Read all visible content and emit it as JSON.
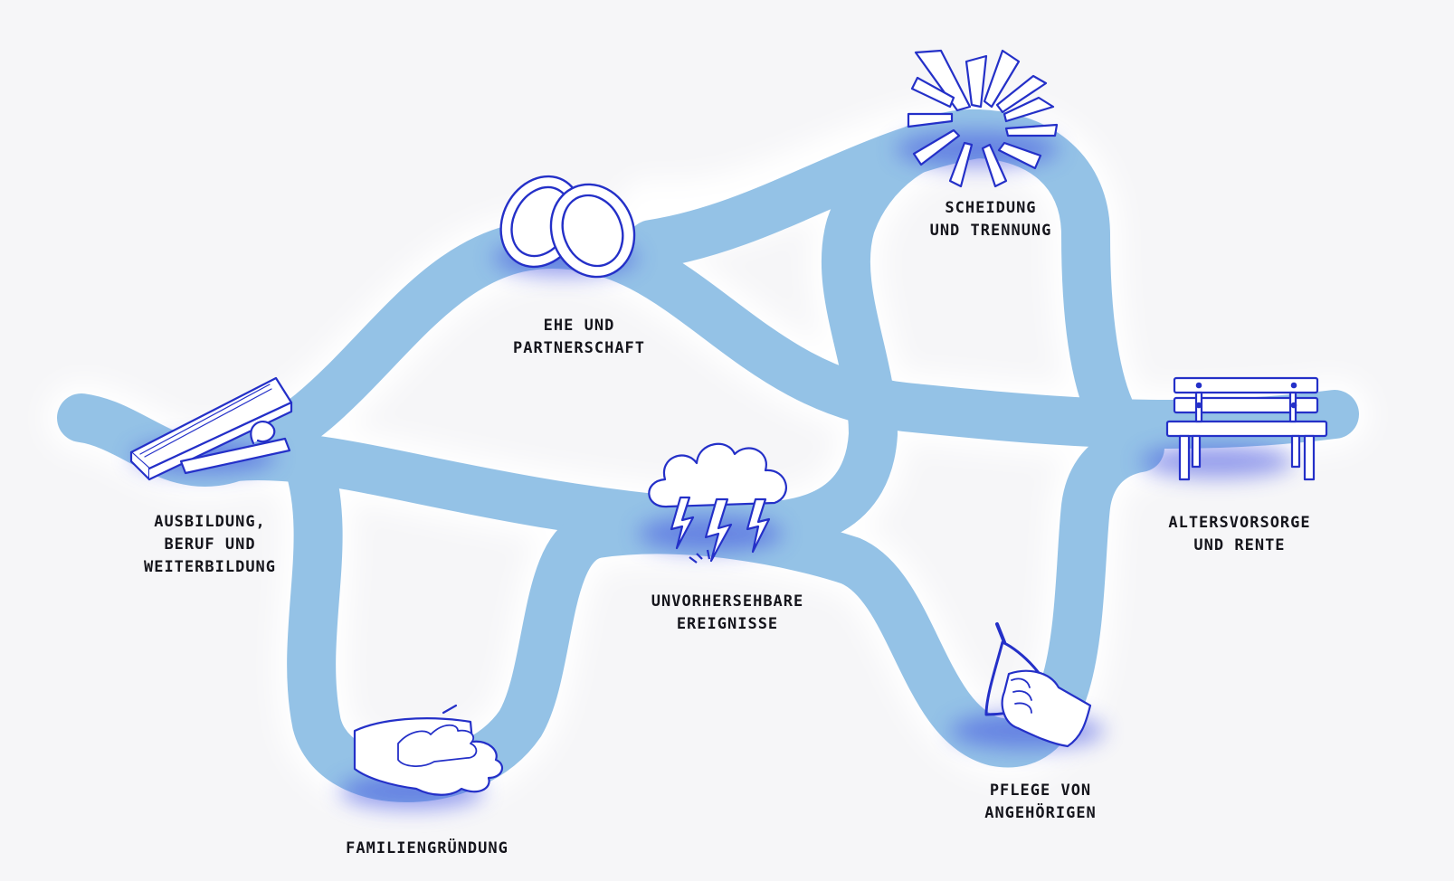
{
  "stations": [
    {
      "id": "ausbildung",
      "icon": "diving-board-icon",
      "label": "AUSBILDUNG,\nBERUF UND\nWEITERBILDUNG"
    },
    {
      "id": "ehe",
      "icon": "wedding-rings-icon",
      "label": "EHE UND\nPARTNERSCHAFT"
    },
    {
      "id": "scheidung",
      "icon": "shattered-glass-icon",
      "label": "SCHEIDUNG\nUND TRENNUNG"
    },
    {
      "id": "ereignisse",
      "icon": "storm-cloud-icon",
      "label": "UNVORHERSEHBARE\nEREIGNISSE"
    },
    {
      "id": "familie",
      "icon": "adult-and-child-hands-icon",
      "label": "FAMILIENGRÜNDUNG"
    },
    {
      "id": "pflege",
      "icon": "hand-holding-grab-handle-icon",
      "label": "PFLEGE VON\nANGEHÖRIGEN"
    },
    {
      "id": "rente",
      "icon": "park-bench-icon",
      "label": "ALTERSVORSORGE\nUND RENTE"
    }
  ],
  "colors": {
    "background": "#f6f6f8",
    "path": "#94c2e6",
    "icon_stroke": "#2430c8",
    "glow": "#3f4fe0",
    "text": "#15151c"
  }
}
